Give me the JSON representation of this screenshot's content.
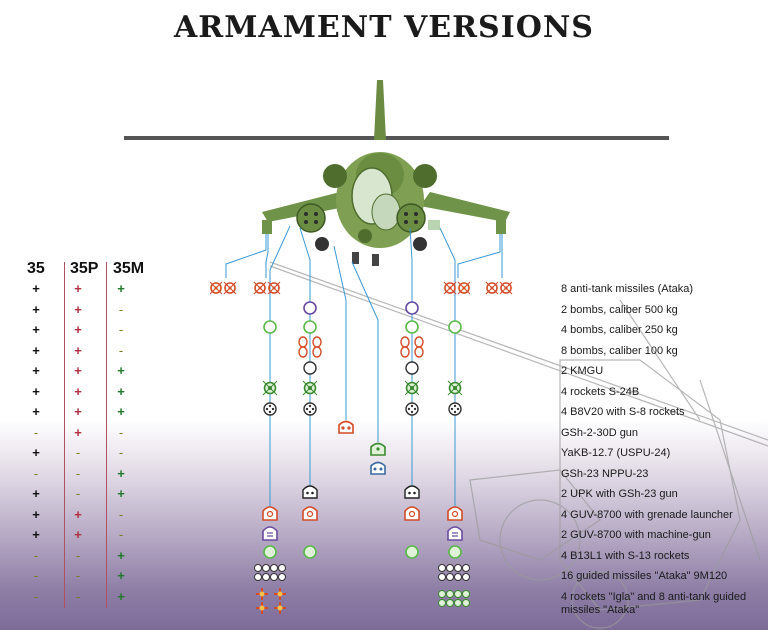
{
  "title": "ARMAMENT VERSIONS",
  "columns": [
    "35",
    "35P",
    "35M"
  ],
  "colors": {
    "plus": "#111111",
    "plus_red": "#b03040",
    "plus_green": "#207a2a",
    "minus": "#7a7a20",
    "helicopter": "#7fa052",
    "helicopter_dark": "#4f6e2e",
    "leader_lines": "#3a9ad4",
    "ataka": "#d44a26",
    "ring_green": "#5bb94a",
    "ring_purple": "#6a4aa0"
  },
  "rows": [
    {
      "label": "8 anti-tank missiles (Ataka)",
      "v": [
        "+",
        "+",
        "+"
      ]
    },
    {
      "label": "2 bombs, caliber 500 kg",
      "v": [
        "+",
        "+",
        "-"
      ]
    },
    {
      "label": "4 bombs, caliber 250 kg",
      "v": [
        "+",
        "+",
        "-"
      ]
    },
    {
      "label": "8 bombs, caliber 100 kg",
      "v": [
        "+",
        "+",
        "-"
      ]
    },
    {
      "label": "2 KMGU",
      "v": [
        "+",
        "+",
        "+"
      ]
    },
    {
      "label": "4 rockets S-24B",
      "v": [
        "+",
        "+",
        "+"
      ]
    },
    {
      "label": "4 B8V20 with S-8 rockets",
      "v": [
        "+",
        "+",
        "+"
      ]
    },
    {
      "label": "GSh-2-30D gun",
      "v": [
        "-",
        "+",
        "-"
      ]
    },
    {
      "label": "YaKB-12.7 (USPU-24)",
      "v": [
        "+",
        "-",
        "-"
      ]
    },
    {
      "label": "GSh-23 NPPU-23",
      "v": [
        "-",
        "-",
        "+"
      ]
    },
    {
      "label": "2 UPK with GSh-23 gun",
      "v": [
        "+",
        "-",
        "+"
      ]
    },
    {
      "label": "4 GUV-8700 with grenade launcher",
      "v": [
        "+",
        "+",
        "-"
      ]
    },
    {
      "label": "2 GUV-8700 with machine-gun",
      "v": [
        "+",
        "+",
        "-"
      ]
    },
    {
      "label": "4 B13L1 with S-13 rockets",
      "v": [
        "-",
        "-",
        "+"
      ]
    },
    {
      "label": "16 guided missiles \"Ataka\" 9M120",
      "v": [
        "-",
        "-",
        "+"
      ]
    },
    {
      "label": "4 rockets \"Igla\" and 8 anti-tank guided missiles \"Ataka\"",
      "v": [
        "-",
        "-",
        "+"
      ]
    }
  ]
}
